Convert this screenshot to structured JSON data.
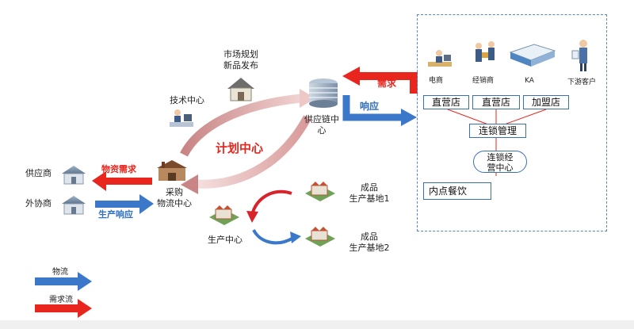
{
  "nodes": {
    "planning_center": "计划中心",
    "market_planning": [
      "市场规划",
      "新品发布"
    ],
    "tech_center": "技术中心",
    "supply_chain": [
      "供应链中",
      "心"
    ],
    "purchasing": [
      "采购",
      "物流中心"
    ],
    "supplier": "供应商",
    "outsourcer": "外协商",
    "production_center": "生产中心",
    "base1": [
      "成品",
      "生产基地1"
    ],
    "base2": [
      "成品",
      "生产基地2"
    ]
  },
  "flows": {
    "demand": "需求",
    "response": "响应",
    "material_demand": "物资需求",
    "production_response": "生产响应"
  },
  "downstream": {
    "channels": [
      "电商",
      "经销商",
      "KA",
      "下游客户"
    ],
    "stores": [
      "直营店",
      "直营店",
      "加盟店"
    ],
    "chain_mgmt": "连锁管理",
    "chain_ops": [
      "连锁经",
      "营中心"
    ],
    "dining": "内点餐饮"
  },
  "legend": {
    "logistics": "物流",
    "demand_flow": "需求流"
  },
  "colors": {
    "red": "#e8261e",
    "blue": "#3b78c9",
    "pink_cycle": "#e2a6a6"
  }
}
